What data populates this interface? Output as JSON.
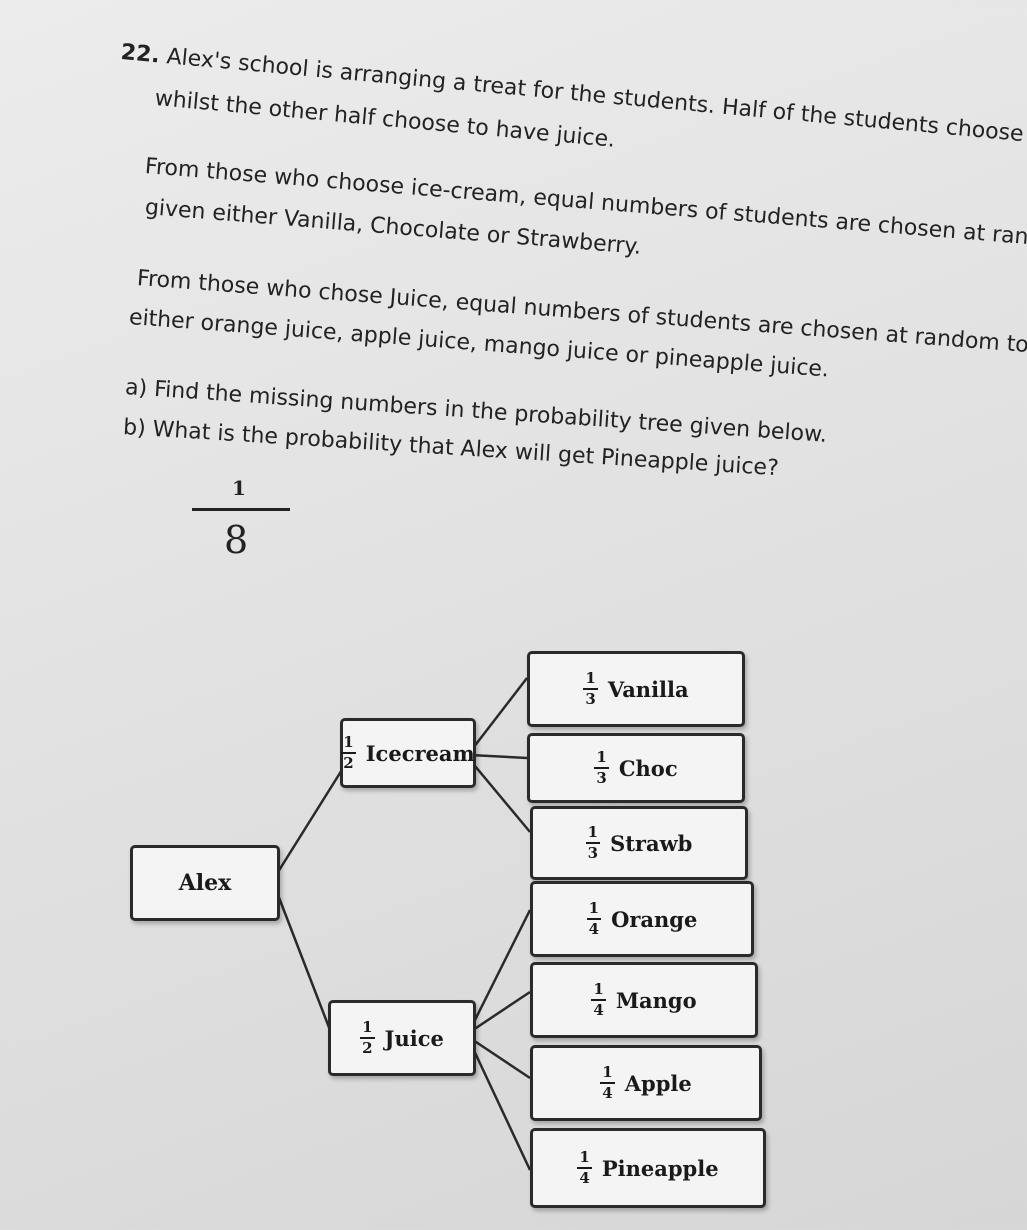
{
  "question": {
    "number": "22.",
    "intro_line1": "Alex's school is arranging a treat for the students. Half of the students choose ice-cream",
    "intro_line2": "whilst the other half choose to have juice.",
    "para2_line1": "From those who choose ice-cream, equal numbers of students are chosen at random to be",
    "para2_line2": "given either Vanilla, Chocolate or Strawberry.",
    "para3_line1": "From those who chose Juice, equal numbers of students are chosen at random to be given",
    "para3_line2": "either orange juice, apple juice, mango juice or pineapple juice.",
    "part_a": "a)  Find the missing numbers in the probability tree given below.",
    "part_b": "b)  What is the probability that Alex will get Pineapple juice?"
  },
  "handwritten_answer": {
    "numerator": "1",
    "denominator": "8"
  },
  "tree": {
    "root": "Alex",
    "level1": [
      {
        "label": "Icecream",
        "numerator": "1",
        "denominator": "2"
      },
      {
        "label": "Juice",
        "numerator": "1",
        "denominator": "2"
      }
    ],
    "icecream_branches": [
      {
        "label": "Vanilla",
        "numerator": "1",
        "denominator": "3"
      },
      {
        "label": "Choc",
        "numerator": "1",
        "denominator": "3"
      },
      {
        "label": "Strawb",
        "numerator": "1",
        "denominator": "3"
      }
    ],
    "juice_branches": [
      {
        "label": "Orange",
        "numerator": "1",
        "denominator": "4"
      },
      {
        "label": "Mango",
        "numerator": "1",
        "denominator": "4"
      },
      {
        "label": "Apple",
        "numerator": "1",
        "denominator": "4"
      },
      {
        "label": "Pineapple",
        "numerator": "1",
        "denominator": "4"
      }
    ]
  }
}
